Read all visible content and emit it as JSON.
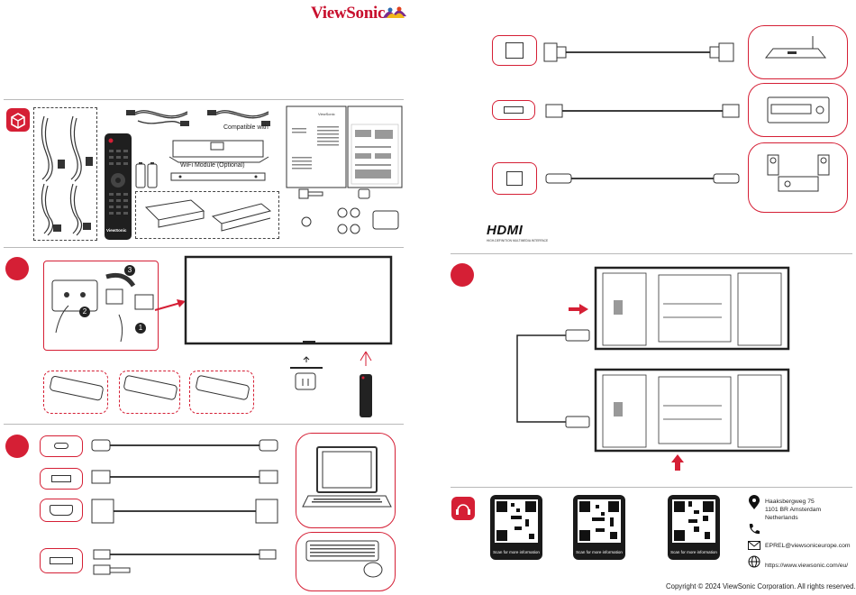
{
  "brand": {
    "name": "ViewSonic"
  },
  "package": {
    "compatible_label": "Compatible with",
    "wifi_label": "WiFi Module (Optional)"
  },
  "remote_brand": "ViewSonic",
  "hdmi_logo": {
    "mark": "HDMI",
    "tagline": "HIGH-DEFINITION MULTIMEDIA INTERFACE"
  },
  "contact": {
    "address_lines": [
      "Haaksbergweg 75",
      "1101 BR Amsterdam",
      "Netherlands"
    ],
    "email": "EPREL@viewsoniceurope.com",
    "website": "https://www.viewsonic.com/eu/"
  },
  "qr_caption": "Scan for more information",
  "copyright": "Copyright © 2024 ViewSonic Corporation. All rights reserved.",
  "power_steps": [
    "1",
    "2",
    "3"
  ],
  "colors": {
    "accent": "#d51f35",
    "divider": "#b9b9b9",
    "ink": "#222222"
  }
}
